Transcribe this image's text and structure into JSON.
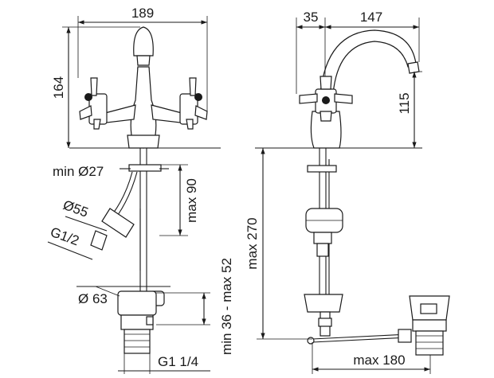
{
  "dimensions": {
    "front_width": "189",
    "front_height": "164",
    "min_diameter": "min Ø27",
    "max_90": "max 90",
    "diameter_55": "Ø55",
    "thread_g12": "G1/2",
    "diameter_63": "Ø 63",
    "range_36_52": "min 36 - max 52",
    "thread_g114": "G1 1/4",
    "side_35": "35",
    "side_147": "147",
    "side_115": "115",
    "max_270": "max 270",
    "max_180": "max 180"
  },
  "colors": {
    "ink": "#1a1a1a",
    "paper": "#ffffff"
  }
}
